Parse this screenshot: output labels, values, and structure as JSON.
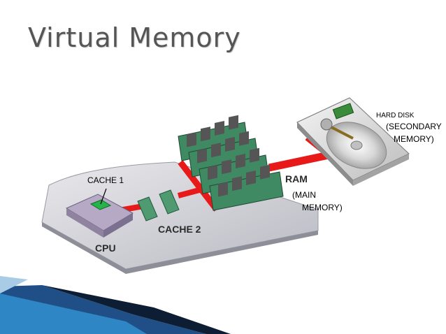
{
  "title": "Virtual Memory",
  "labels": {
    "hard_disk": "HARD DISK",
    "secondary": "(SECONDARY",
    "secondary2": "MEMORY)",
    "ram": "RAM",
    "main": "(MAIN",
    "main2": "MEMORY)",
    "cache1": "CACHE 1",
    "cache2": "CACHE 2",
    "cpu": "CPU"
  },
  "colors": {
    "bus": "#e81919",
    "board": "#c9c9cf",
    "ram_module": "#3f8a63",
    "footer_blue": "#1f4f86"
  }
}
